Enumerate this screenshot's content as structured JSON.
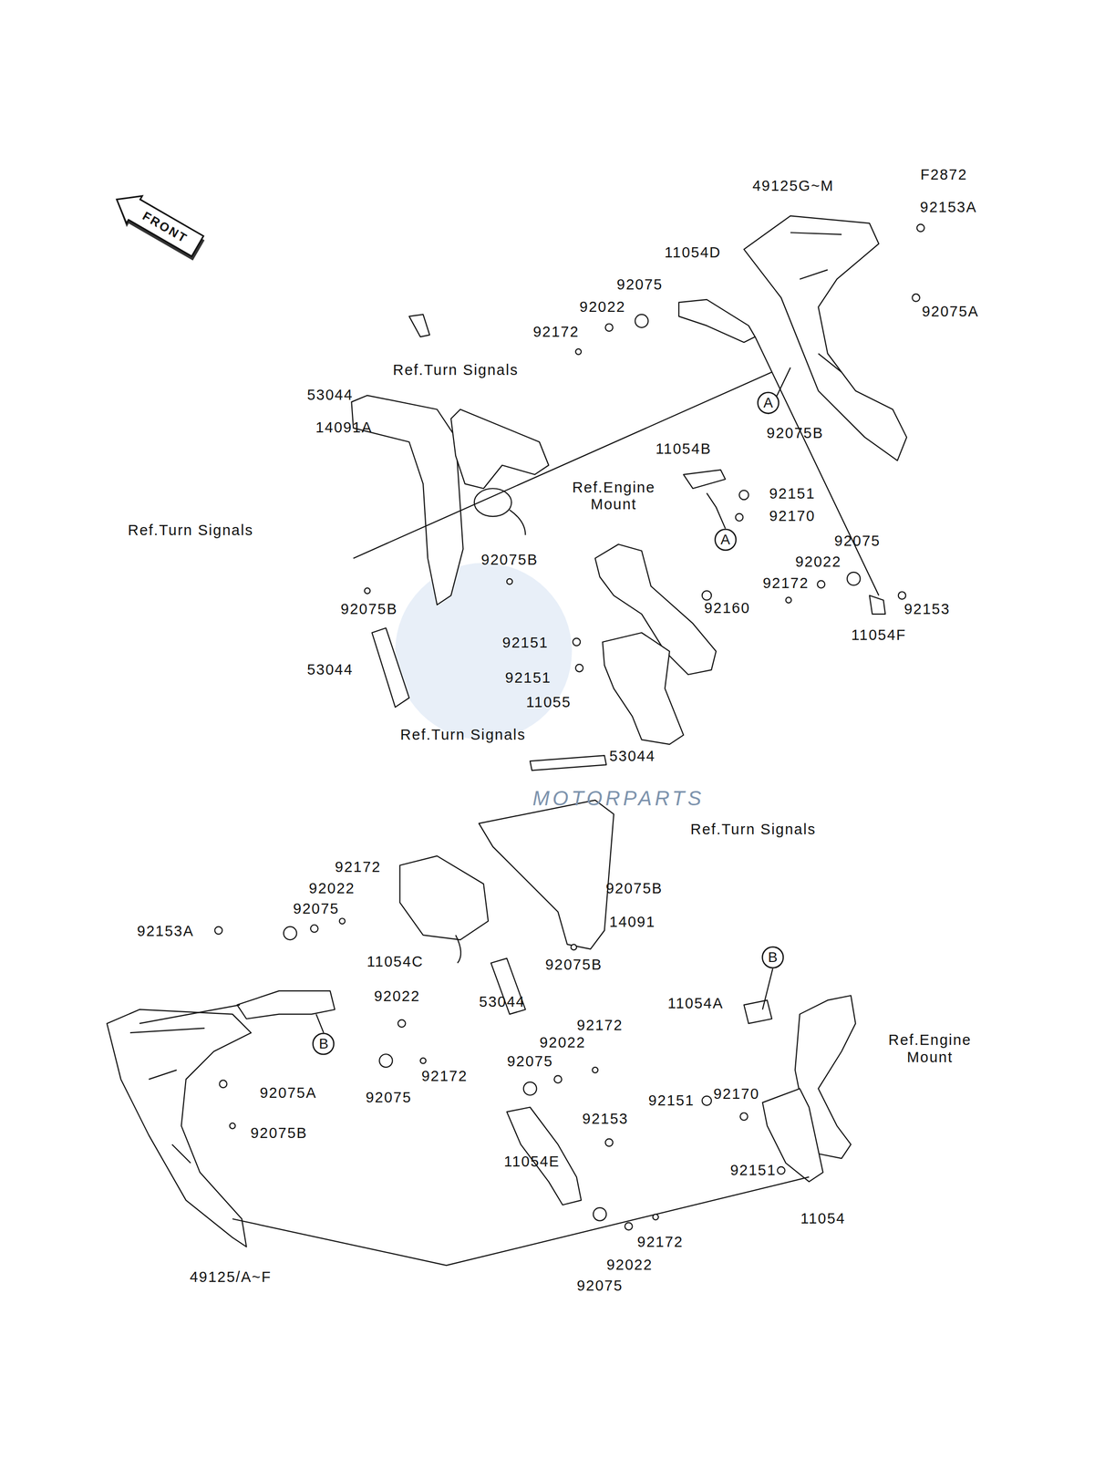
{
  "diagram": {
    "nodes": [
      {
        "text": [
          "FRONT"
        ]
      },
      {
        "text": [
          "A"
        ]
      },
      {
        "text": [
          "A"
        ]
      },
      {
        "text": [
          "B"
        ]
      },
      {
        "text": [
          "B"
        ]
      }
    ],
    "edges": [],
    "labels": [
      "F2872",
      "49125G~M",
      "92153A",
      "11054D",
      "92075",
      "92022",
      "92075A",
      "92172",
      "Ref.Turn Signals",
      "53044",
      "14091A",
      "92075B",
      "11054B",
      "Ref.Engine Mount",
      "92151",
      "92170",
      "Ref.Turn Signals",
      "92075",
      "92022",
      "92075B",
      "92172",
      "92160",
      "92075B",
      "92153",
      "11054F",
      "92151",
      "53044",
      "92151",
      "11055",
      "Ref.Turn Signals",
      "53044",
      "MOTORPARTS",
      "Ref.Turn Signals",
      "92172",
      "92022",
      "92075B",
      "92075",
      "14091",
      "92153A",
      "11054C",
      "92022",
      "53044",
      "11054A",
      "92172",
      "Ref.Engine Mount",
      "92022",
      "92075B",
      "92075",
      "92172",
      "92075A",
      "92170",
      "92075",
      "92151",
      "92153",
      "92075B",
      "11054E",
      "92151",
      "11054",
      "92172",
      "92022",
      "49125/A~F",
      "92075"
    ]
  }
}
